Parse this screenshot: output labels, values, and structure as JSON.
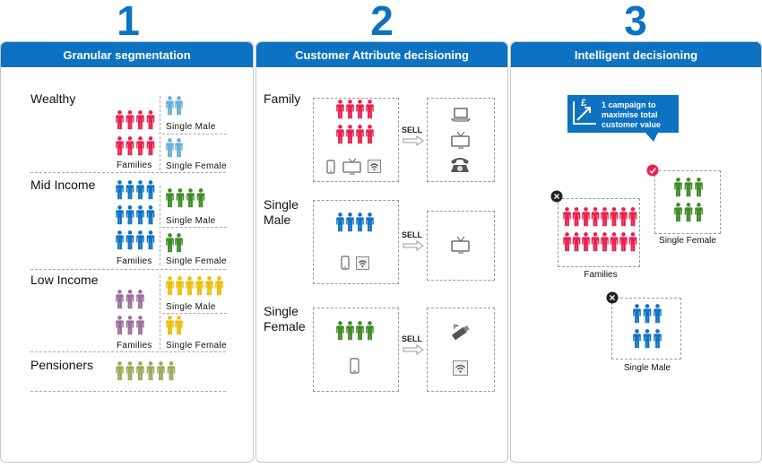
{
  "colors": {
    "accent": "#0d72c2",
    "families": "#e8224e",
    "single_male_wealthy": "#6aafd4",
    "single_male_mid": "#3f8b27",
    "mid_families": "#1073c5",
    "low_families": "#9a6f9a",
    "low_singles": "#e8c00d",
    "pensioners": "#9fa85c"
  },
  "steps": {
    "s1": "1",
    "s2": "2",
    "s3": "3"
  },
  "panel1": {
    "title": "Granular segmentation",
    "wealthy": "Wealthy",
    "mid": "Mid Income",
    "low": "Low Income",
    "pensioners": "Pensioners",
    "families": "Families",
    "single_male": "Single Male",
    "single_female": "Single Female"
  },
  "panel2": {
    "title": "Customer Attribute decisioning",
    "family": "Family",
    "single_male": "Single Male",
    "single_female": "Single Female",
    "sell": "SELL"
  },
  "panel3": {
    "title": "Intelligent decisioning",
    "callout": "1 campaign to maximise total customer value",
    "callout_icon": "£",
    "families": "Families",
    "single_female": "Single Female",
    "single_male": "Single Male"
  }
}
